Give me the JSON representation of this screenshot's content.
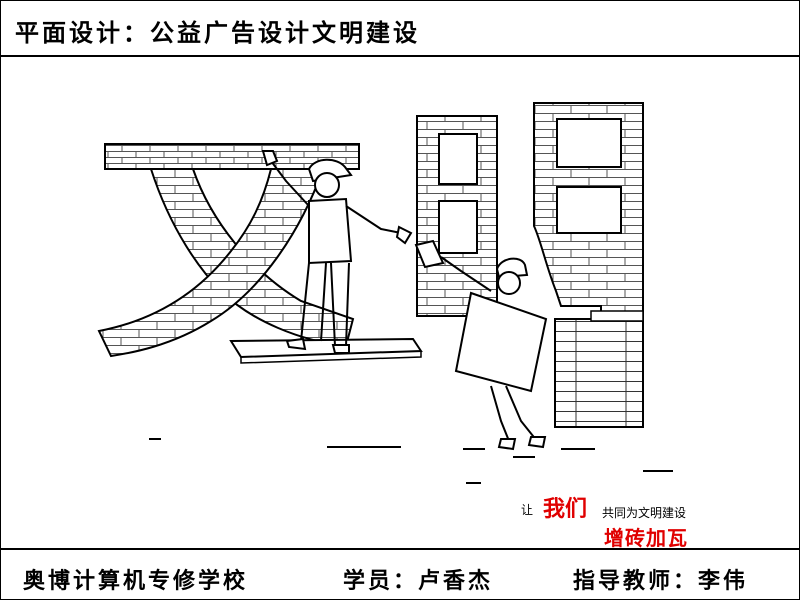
{
  "header": {
    "title": "平面设计：公益广告设计文明建设"
  },
  "artwork": {
    "slogan": {
      "part1": "让",
      "part2": "我们",
      "part3": "共同为文明建设",
      "part4": "增砖加瓦"
    },
    "accent_color": "#e00000"
  },
  "footer": {
    "school": "奥博计算机专修学校",
    "student": "学员：卢香杰",
    "teacher": "指导教师：李伟"
  }
}
